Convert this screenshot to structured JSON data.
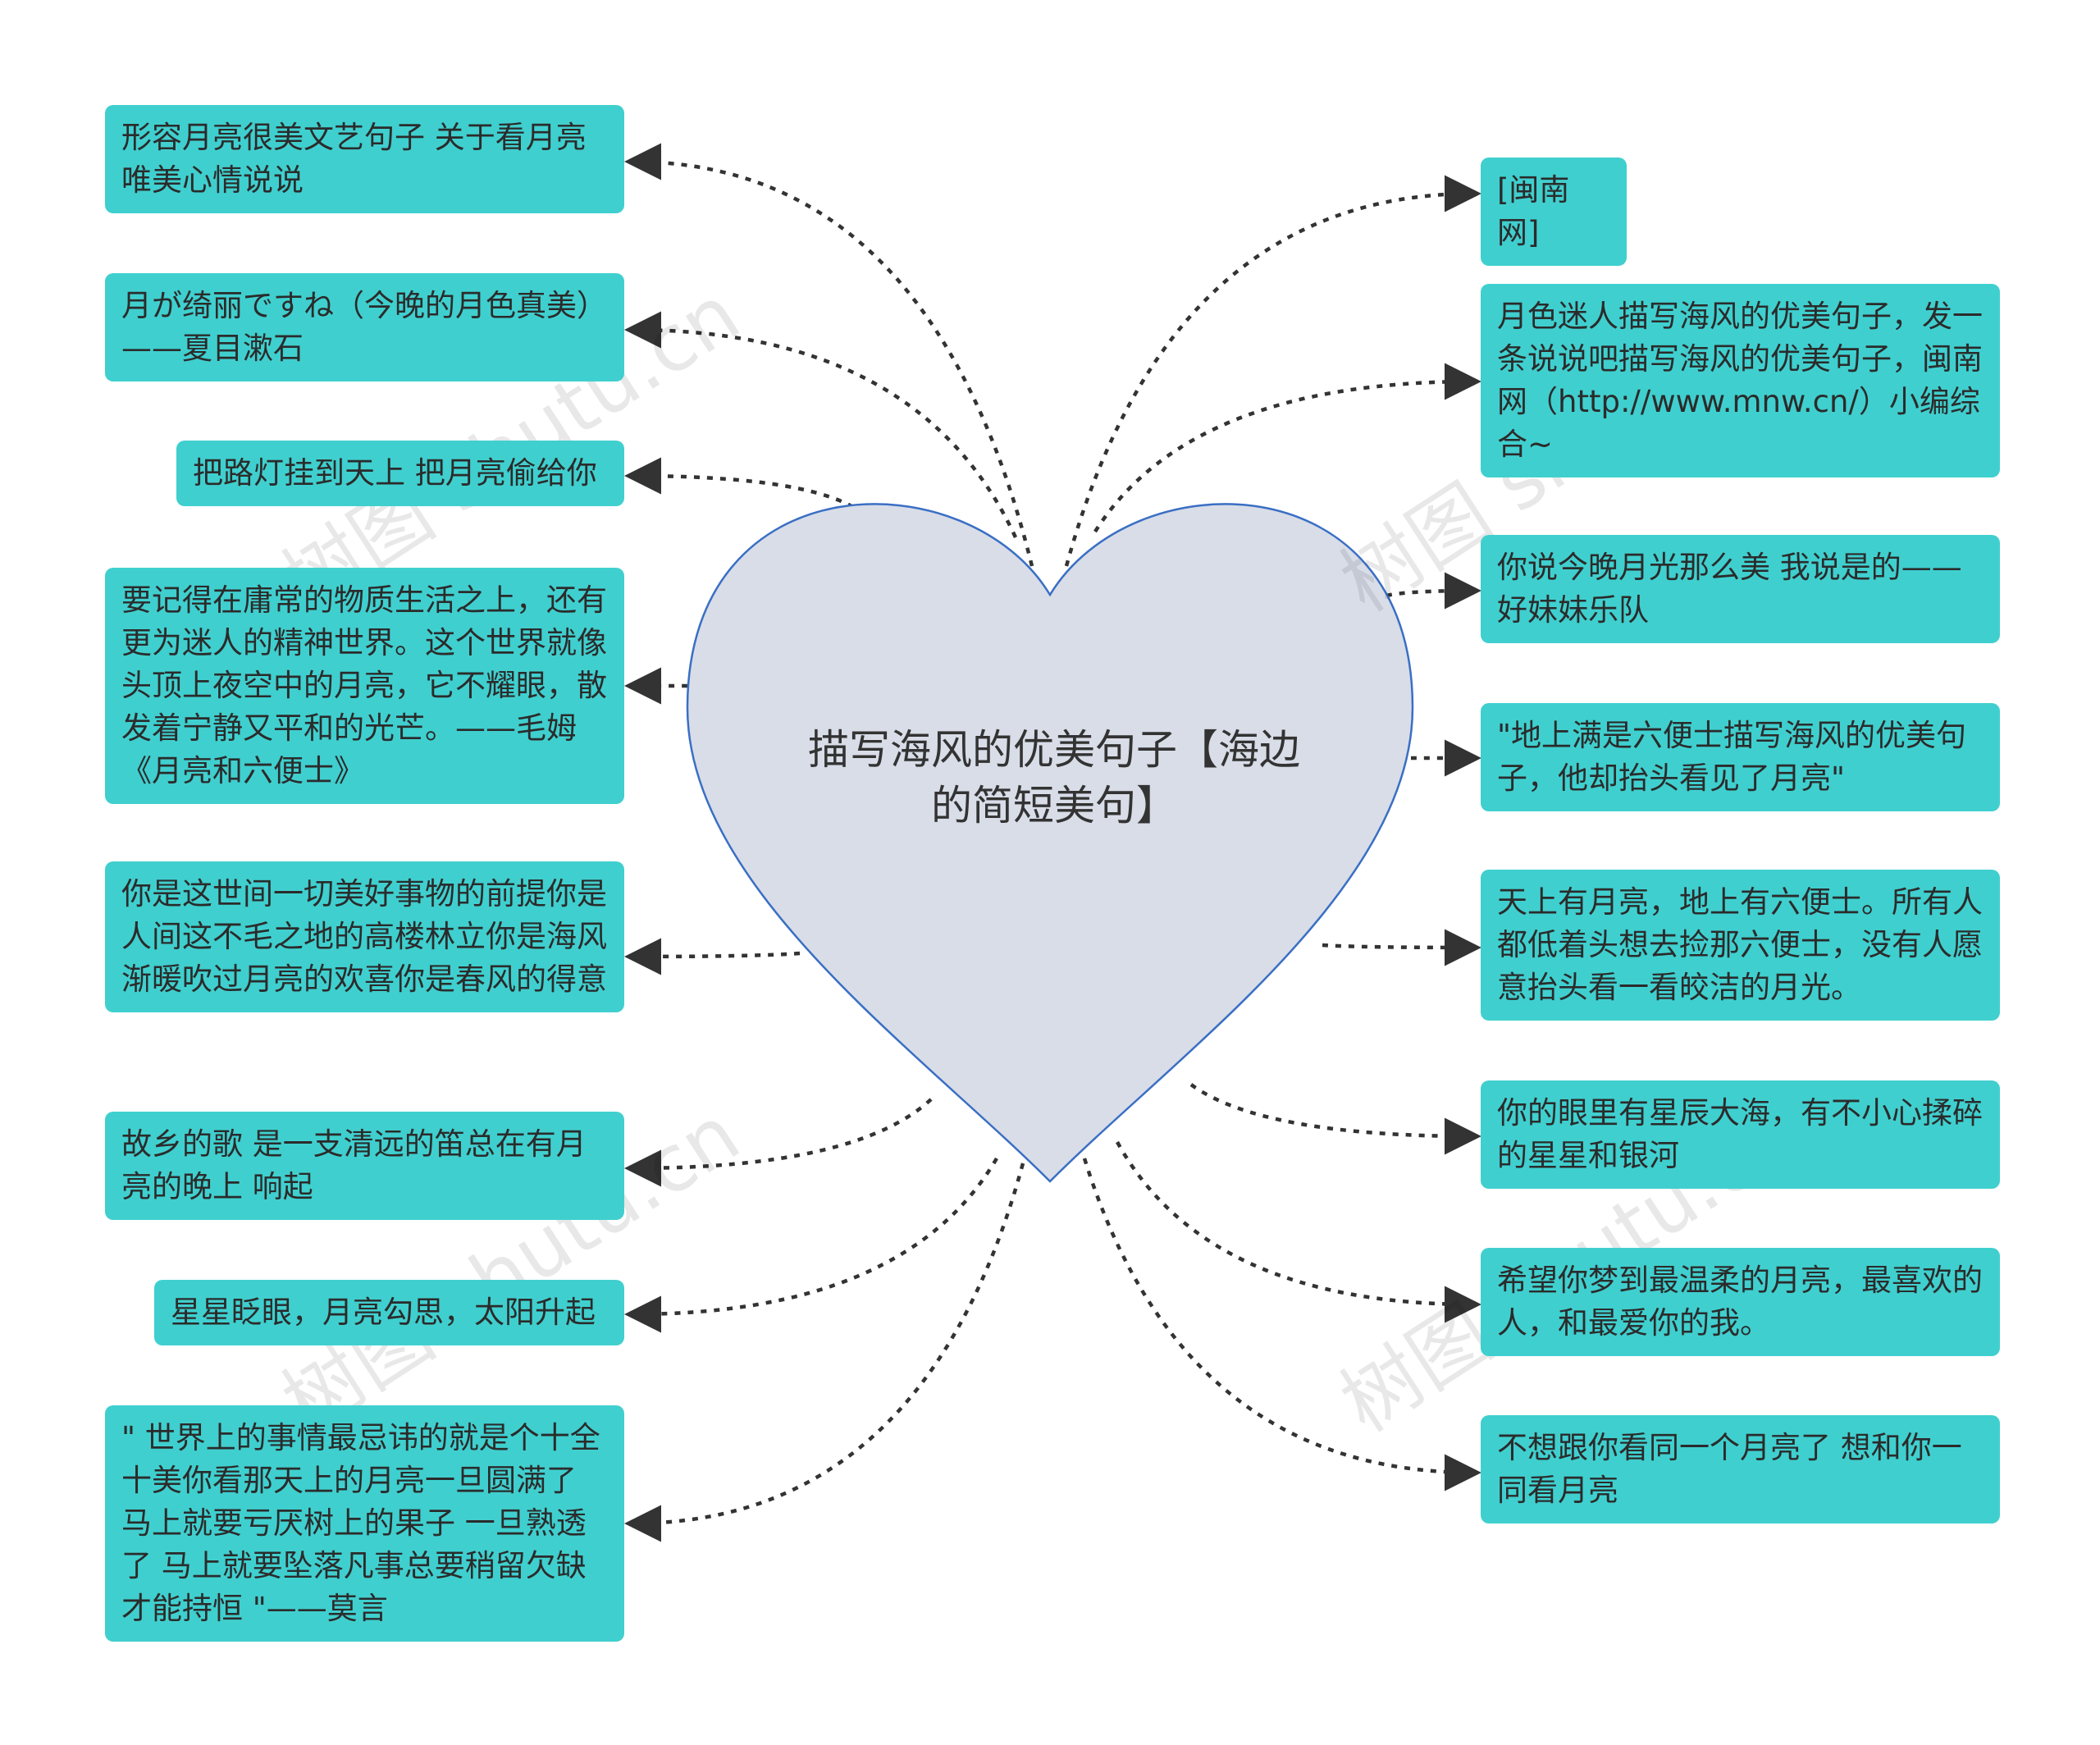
{
  "center": {
    "title": "描写海风的优美句子【海边的简短美句】"
  },
  "left_nodes": [
    {
      "text": "形容月亮很美文艺句子 关于看月亮唯美心情说说"
    },
    {
      "text": "月が绮丽ですね（今晚的月色真美）——夏目漱石"
    },
    {
      "text": "把路灯挂到天上 把月亮偷给你"
    },
    {
      "text": "要记得在庸常的物质生活之上，还有更为迷人的精神世界。这个世界就像头顶上夜空中的月亮，它不耀眼，散发着宁静又平和的光芒。——毛姆 《月亮和六便士》"
    },
    {
      "text": "你是这世间一切美好事物的前提你是人间这不毛之地的高楼林立你是海风渐暖吹过月亮的欢喜你是春风的得意"
    },
    {
      "text": "故乡的歌 是一支清远的笛总在有月亮的晚上 响起"
    },
    {
      "text": "星星眨眼，月亮勾思，太阳升起"
    },
    {
      "text": "\" 世界上的事情最忌讳的就是个十全十美你看那天上的月亮一旦圆满了 马上就要亏厌树上的果子 一旦熟透了 马上就要坠落凡事总要稍留欠缺 才能持恒 \"——莫言"
    }
  ],
  "right_nodes": [
    {
      "text": "[闽南网]"
    },
    {
      "text": "月色迷人描写海风的优美句子，发一条说说吧描写海风的优美句子，闽南网（http://www.mnw.cn/）小编综合~"
    },
    {
      "text": "你说今晚月光那么美 我说是的——好妹妹乐队"
    },
    {
      "text": "\"地上满是六便士描写海风的优美句子，他却抬头看见了月亮\""
    },
    {
      "text": "天上有月亮，地上有六便士。所有人都低着头想去捡那六便士，没有人愿意抬头看一看皎洁的月光。"
    },
    {
      "text": "你的眼里有星辰大海，有不小心揉碎的星星和银河"
    },
    {
      "text": "希望你梦到最温柔的月亮，最喜欢的人，和最爱你的我。"
    },
    {
      "text": "不想跟你看同一个月亮了 想和你一同看月亮"
    }
  ],
  "watermark": {
    "text": "树图 shutu.cn"
  },
  "colors": {
    "node_fill": "#40cfcf",
    "heart_fill": "#d8dde8",
    "heart_stroke": "#3a6fc4",
    "connector": "#333333"
  }
}
